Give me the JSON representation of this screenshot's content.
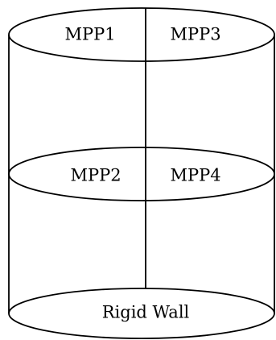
{
  "diagram": {
    "top_left_label": "MPP1",
    "top_right_label": "MPP3",
    "middle_left_label": "MPP2",
    "middle_right_label": "MPP4",
    "bottom_label": "Rigid Wall"
  }
}
